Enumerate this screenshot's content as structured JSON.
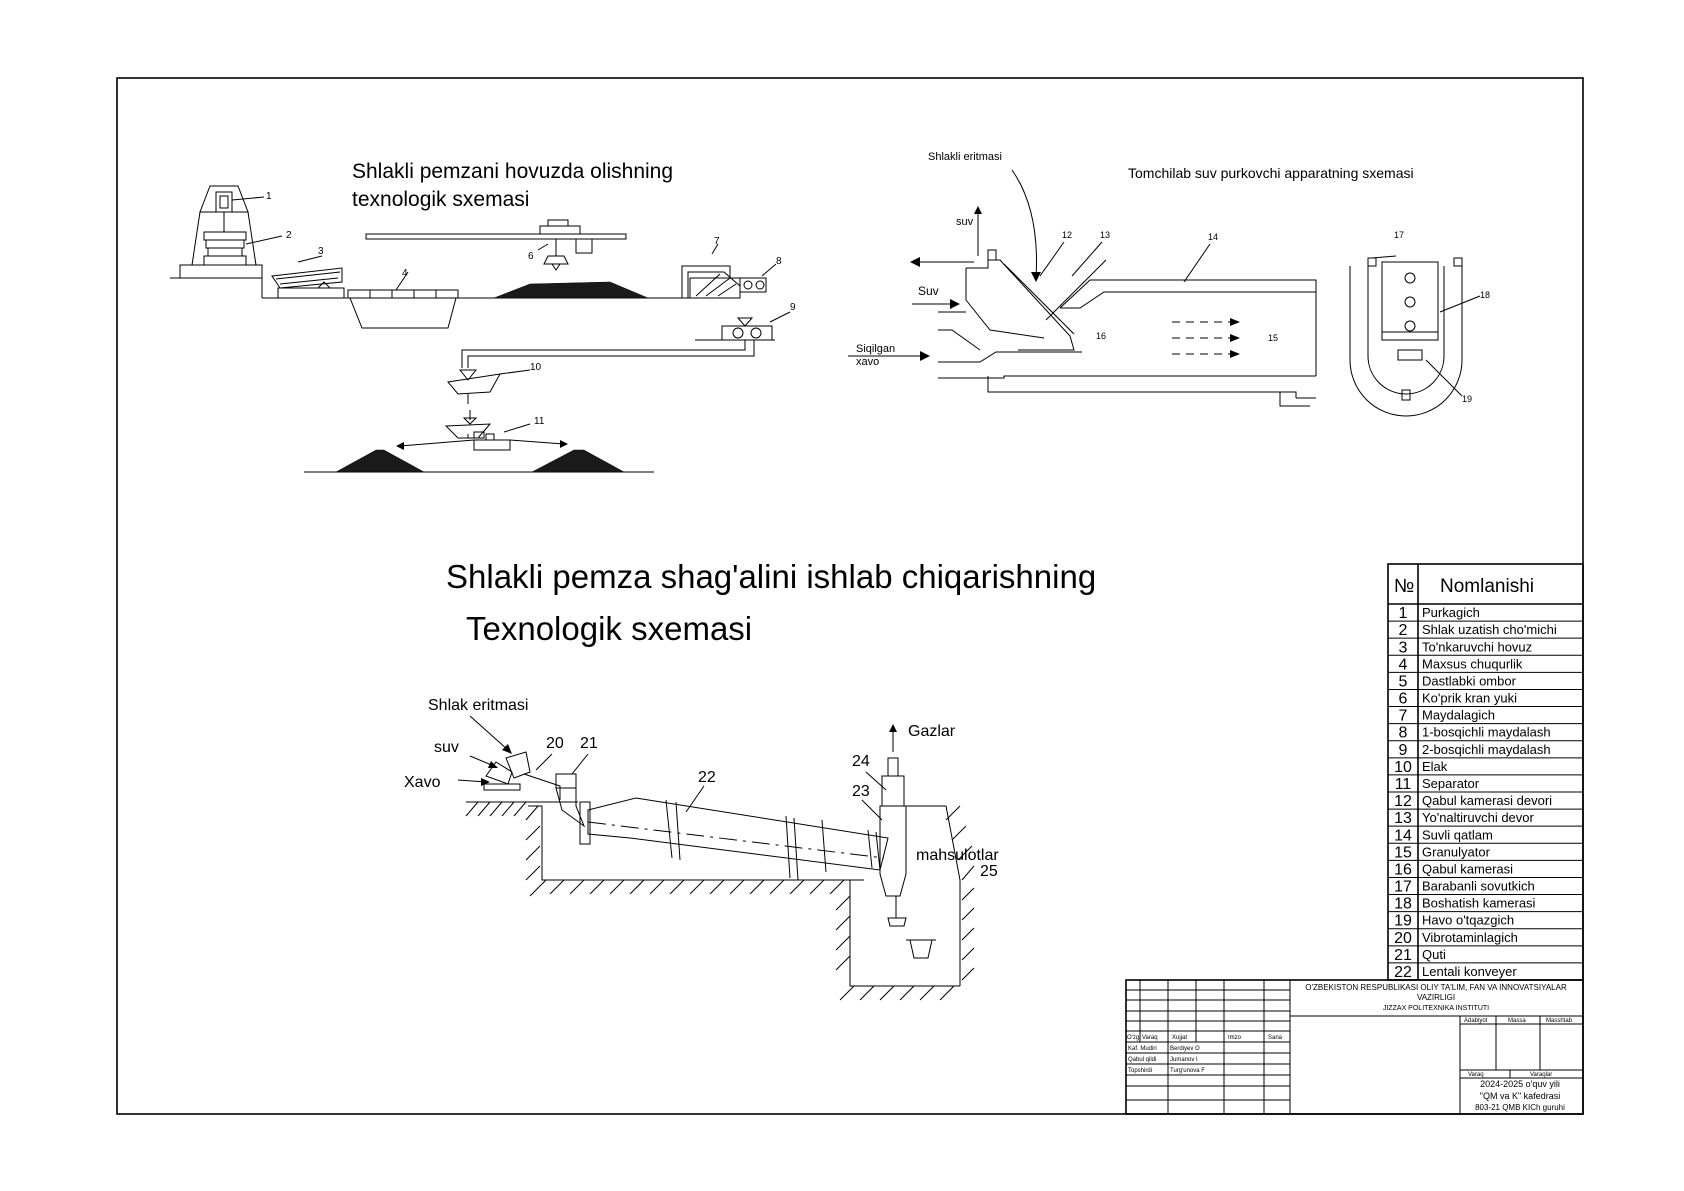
{
  "titles": {
    "pond_line1": "Shlakli pemzani hovuzda olishning",
    "pond_line2": "texnologik sxemasi",
    "spray": "Tomchilab suv purkovchi apparatning sxemasi",
    "main_line1": "Shlakli pemza shag'alini ishlab chiqarishning",
    "main_line2": "Texnologik sxemasi"
  },
  "pond_labels": [
    "1",
    "2",
    "3",
    "4",
    "6",
    "7",
    "8",
    "9",
    "10",
    "11"
  ],
  "spray_labels": {
    "slag_melt": "Shlakli eritmasi",
    "water_top": "suv",
    "water_side": "Suv",
    "air_line1": "Siqilgan",
    "air_line2": "xavo",
    "n12": "12",
    "n13": "13",
    "n14": "14",
    "n15": "15",
    "n16": "16",
    "n17": "17",
    "n18": "18",
    "n19": "19"
  },
  "kiln_labels": {
    "slag_melt": "Shlak eritmasi",
    "water": "suv",
    "air": "Xavo",
    "gases": "Gazlar",
    "products": "mahsulotlar",
    "n20": "20",
    "n21": "21",
    "n22": "22",
    "n23": "23",
    "n24": "24",
    "n25": "25"
  },
  "spec_table": {
    "col_no": "№",
    "col_name": "Nomlanishi",
    "rows": [
      {
        "no": "1",
        "name": "Purkagich"
      },
      {
        "no": "2",
        "name": "Shlak uzatish cho'michi"
      },
      {
        "no": "3",
        "name": "To'nkaruvchi hovuz"
      },
      {
        "no": "4",
        "name": "Maxsus chuqurlik"
      },
      {
        "no": "5",
        "name": "Dastlabki ombor"
      },
      {
        "no": "6",
        "name": "Ko'prik kran yuki"
      },
      {
        "no": "7",
        "name": "Maydalagich"
      },
      {
        "no": "8",
        "name": "1-bosqichli maydalash"
      },
      {
        "no": "9",
        "name": "2-bosqichli maydalash"
      },
      {
        "no": "10",
        "name": "Elak"
      },
      {
        "no": "11",
        "name": "Separator"
      },
      {
        "no": "12",
        "name": "Qabul kamerasi devori"
      },
      {
        "no": "13",
        "name": "Yo'naltiruvchi devor"
      },
      {
        "no": "14",
        "name": "Suvli qatlam"
      },
      {
        "no": "15",
        "name": "Granulyator"
      },
      {
        "no": "16",
        "name": "Qabul kamerasi"
      },
      {
        "no": "17",
        "name": "Barabanli sovutkich"
      },
      {
        "no": "18",
        "name": "Boshatish kamerasi"
      },
      {
        "no": "19",
        "name": "Havo o'tqazgich"
      },
      {
        "no": "20",
        "name": "Vibrotaminlagich"
      },
      {
        "no": "21",
        "name": "Quti"
      },
      {
        "no": "22",
        "name": "Lentali konveyer"
      }
    ]
  },
  "title_block": {
    "ministry_line1": "O'ZBEKISTON RESPUBLIKASI OLIY TA'LIM, FAN VA INNOVATSIYALAR",
    "ministry_line2": "VAZIRLIGI",
    "institute": "JIZZAX POLITEXNIKA INSTITUTI",
    "hdr_change": "O'zg",
    "hdr_sheet": "Varaq",
    "hdr_doc": "Xujjat",
    "hdr_sign": "Imzo",
    "hdr_date": "Sana",
    "role_head": "Kaf. Mudiri",
    "role_accepted": "Qabul qildi",
    "role_submitted": "Topshirdi",
    "name_head": "Berdiyev O",
    "name_accepted": "Jumanov I",
    "name_submitted": "Turg'unova F",
    "lit": "Adabiyot",
    "mass": "Massa",
    "scale": "Masshtab",
    "sheet": "Varaq",
    "sheets": "Varaqlar",
    "year": "2024-2025 o'quv yili",
    "department": "\"QM va K\" kafedrasi",
    "group": "803-21  QMB KICh guruhi"
  }
}
